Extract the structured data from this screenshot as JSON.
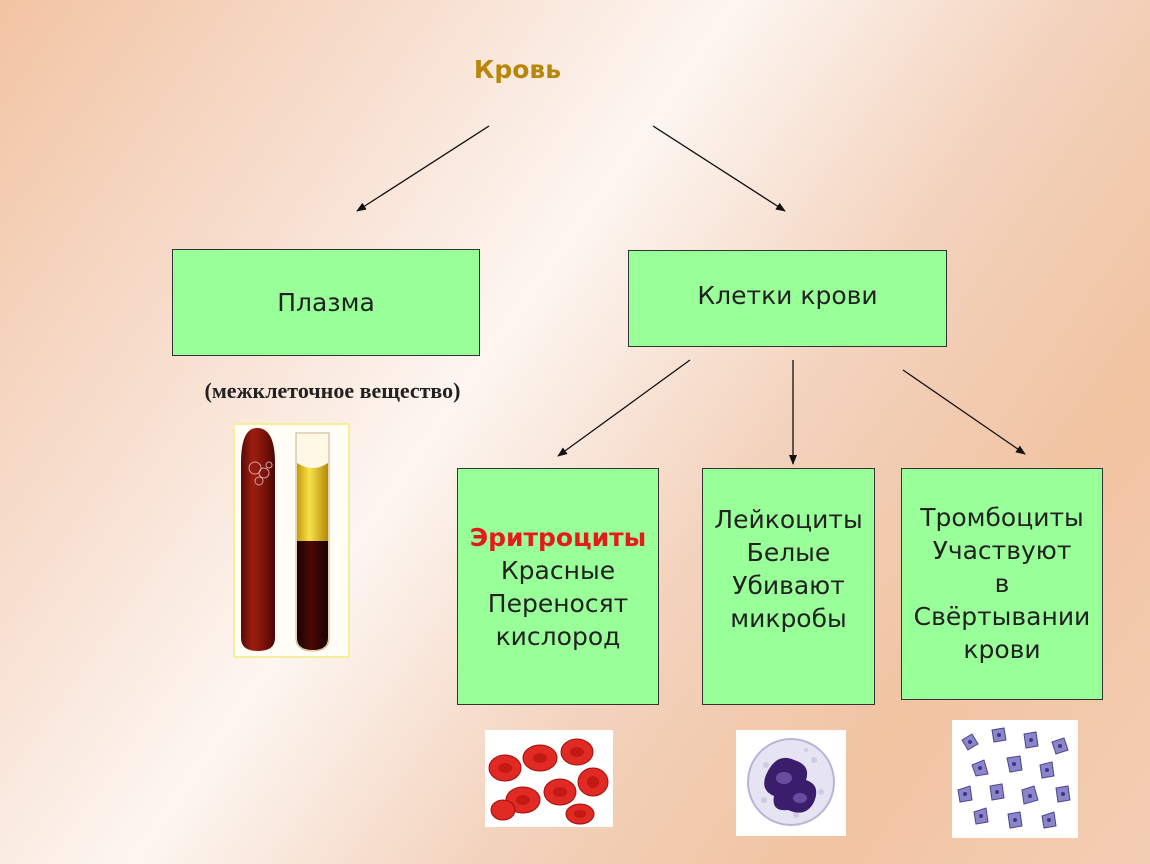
{
  "title": "Кровь",
  "plasma": {
    "label": "Плазма",
    "note": "(межклеточное вещество)"
  },
  "cells": {
    "label": "Клетки крови"
  },
  "erythrocytes": {
    "name": "Эритроциты",
    "line1": "Красные",
    "line2": "Переносят",
    "line3": "кислород"
  },
  "leukocytes": {
    "name": "Лейкоциты",
    "line1": "Белые",
    "line2": "Убивают",
    "line3": "микробы"
  },
  "platelets": {
    "name": "Тромбоциты",
    "line1": "Участвуют",
    "line2": "в",
    "line3": "Свёртывании",
    "line4": "крови"
  },
  "colors": {
    "box": "#99ff99",
    "title": "#b8860b",
    "highlight": "#e41b1b"
  }
}
